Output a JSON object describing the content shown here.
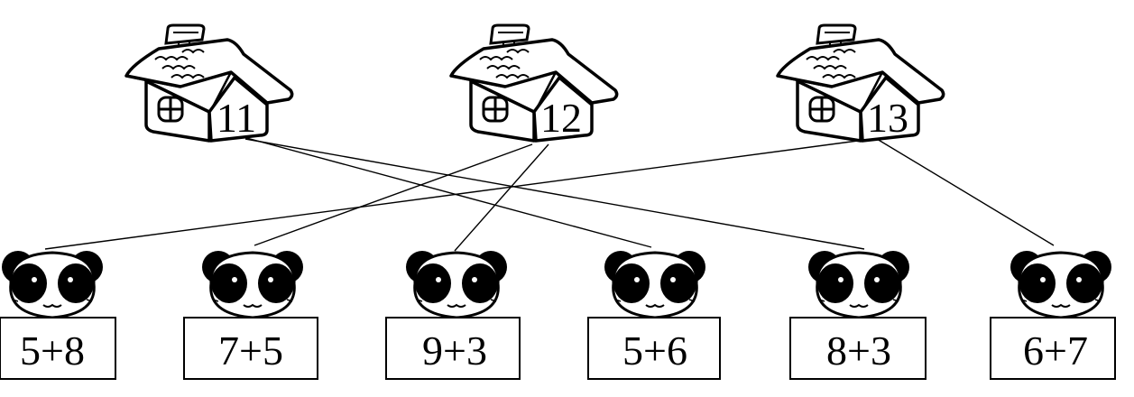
{
  "houses": [
    {
      "id": "h11",
      "label": "11"
    },
    {
      "id": "h12",
      "label": "12"
    },
    {
      "id": "h13",
      "label": "13"
    }
  ],
  "pandas": [
    {
      "id": "p1",
      "label": "5+8"
    },
    {
      "id": "p2",
      "label": "7+5"
    },
    {
      "id": "p3",
      "label": "9+3"
    },
    {
      "id": "p4",
      "label": "5+6"
    },
    {
      "id": "p5",
      "label": "8+3"
    },
    {
      "id": "p6",
      "label": "6+7"
    }
  ],
  "connections": [
    {
      "from": "h11",
      "to": "p4"
    },
    {
      "from": "h11",
      "to": "p5"
    },
    {
      "from": "h12",
      "to": "p2"
    },
    {
      "from": "h12",
      "to": "p3"
    },
    {
      "from": "h13",
      "to": "p1"
    },
    {
      "from": "h13",
      "to": "p6"
    }
  ]
}
